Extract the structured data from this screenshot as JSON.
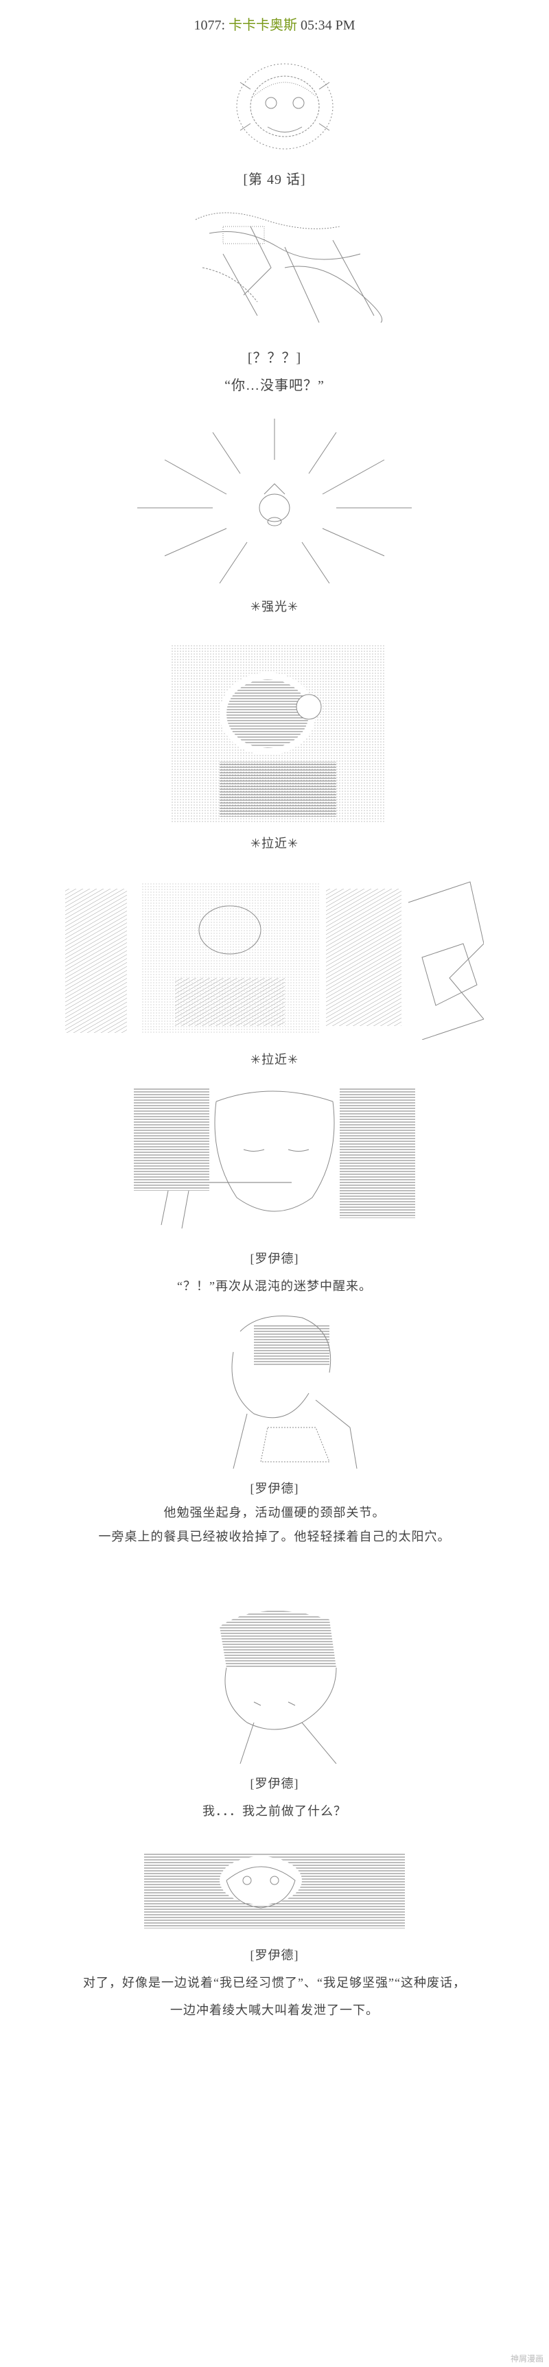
{
  "header": {
    "post_number": "1077:",
    "author": "卡卡卡奥斯",
    "time": "05:34 PM"
  },
  "chapter": {
    "label": "[第 49 话]"
  },
  "captions": {
    "c1_speaker": "[？？？]",
    "c1_line": "“你…没事吧？”",
    "c2_sfx": "✳强光✳",
    "c3_sfx": "✳拉近✳",
    "c4_sfx": "✳拉近✳",
    "c5_speaker": "[罗伊德]",
    "c5_line": "“？！”再次从混沌的迷梦中醒来。",
    "c6_speaker": "[罗伊德]",
    "c6_line1": "他勉强坐起身，活动僵硬的颈部关节。",
    "c6_line2": "一旁桌上的餐具已经被收拾掉了。他轻轻揉着自己的太阳穴。",
    "c7_speaker": "[罗伊德]",
    "c7_line": "我．．．我之前做了什么？",
    "c8_speaker": "[罗伊德]",
    "c8_line1": "对了，好像是一边说着“我已经习惯了”、“我足够坚强”“这种废话，",
    "c8_line2": "一边冲着绫大喊大叫着发泄了一下。"
  },
  "watermark": "神屑漫画"
}
